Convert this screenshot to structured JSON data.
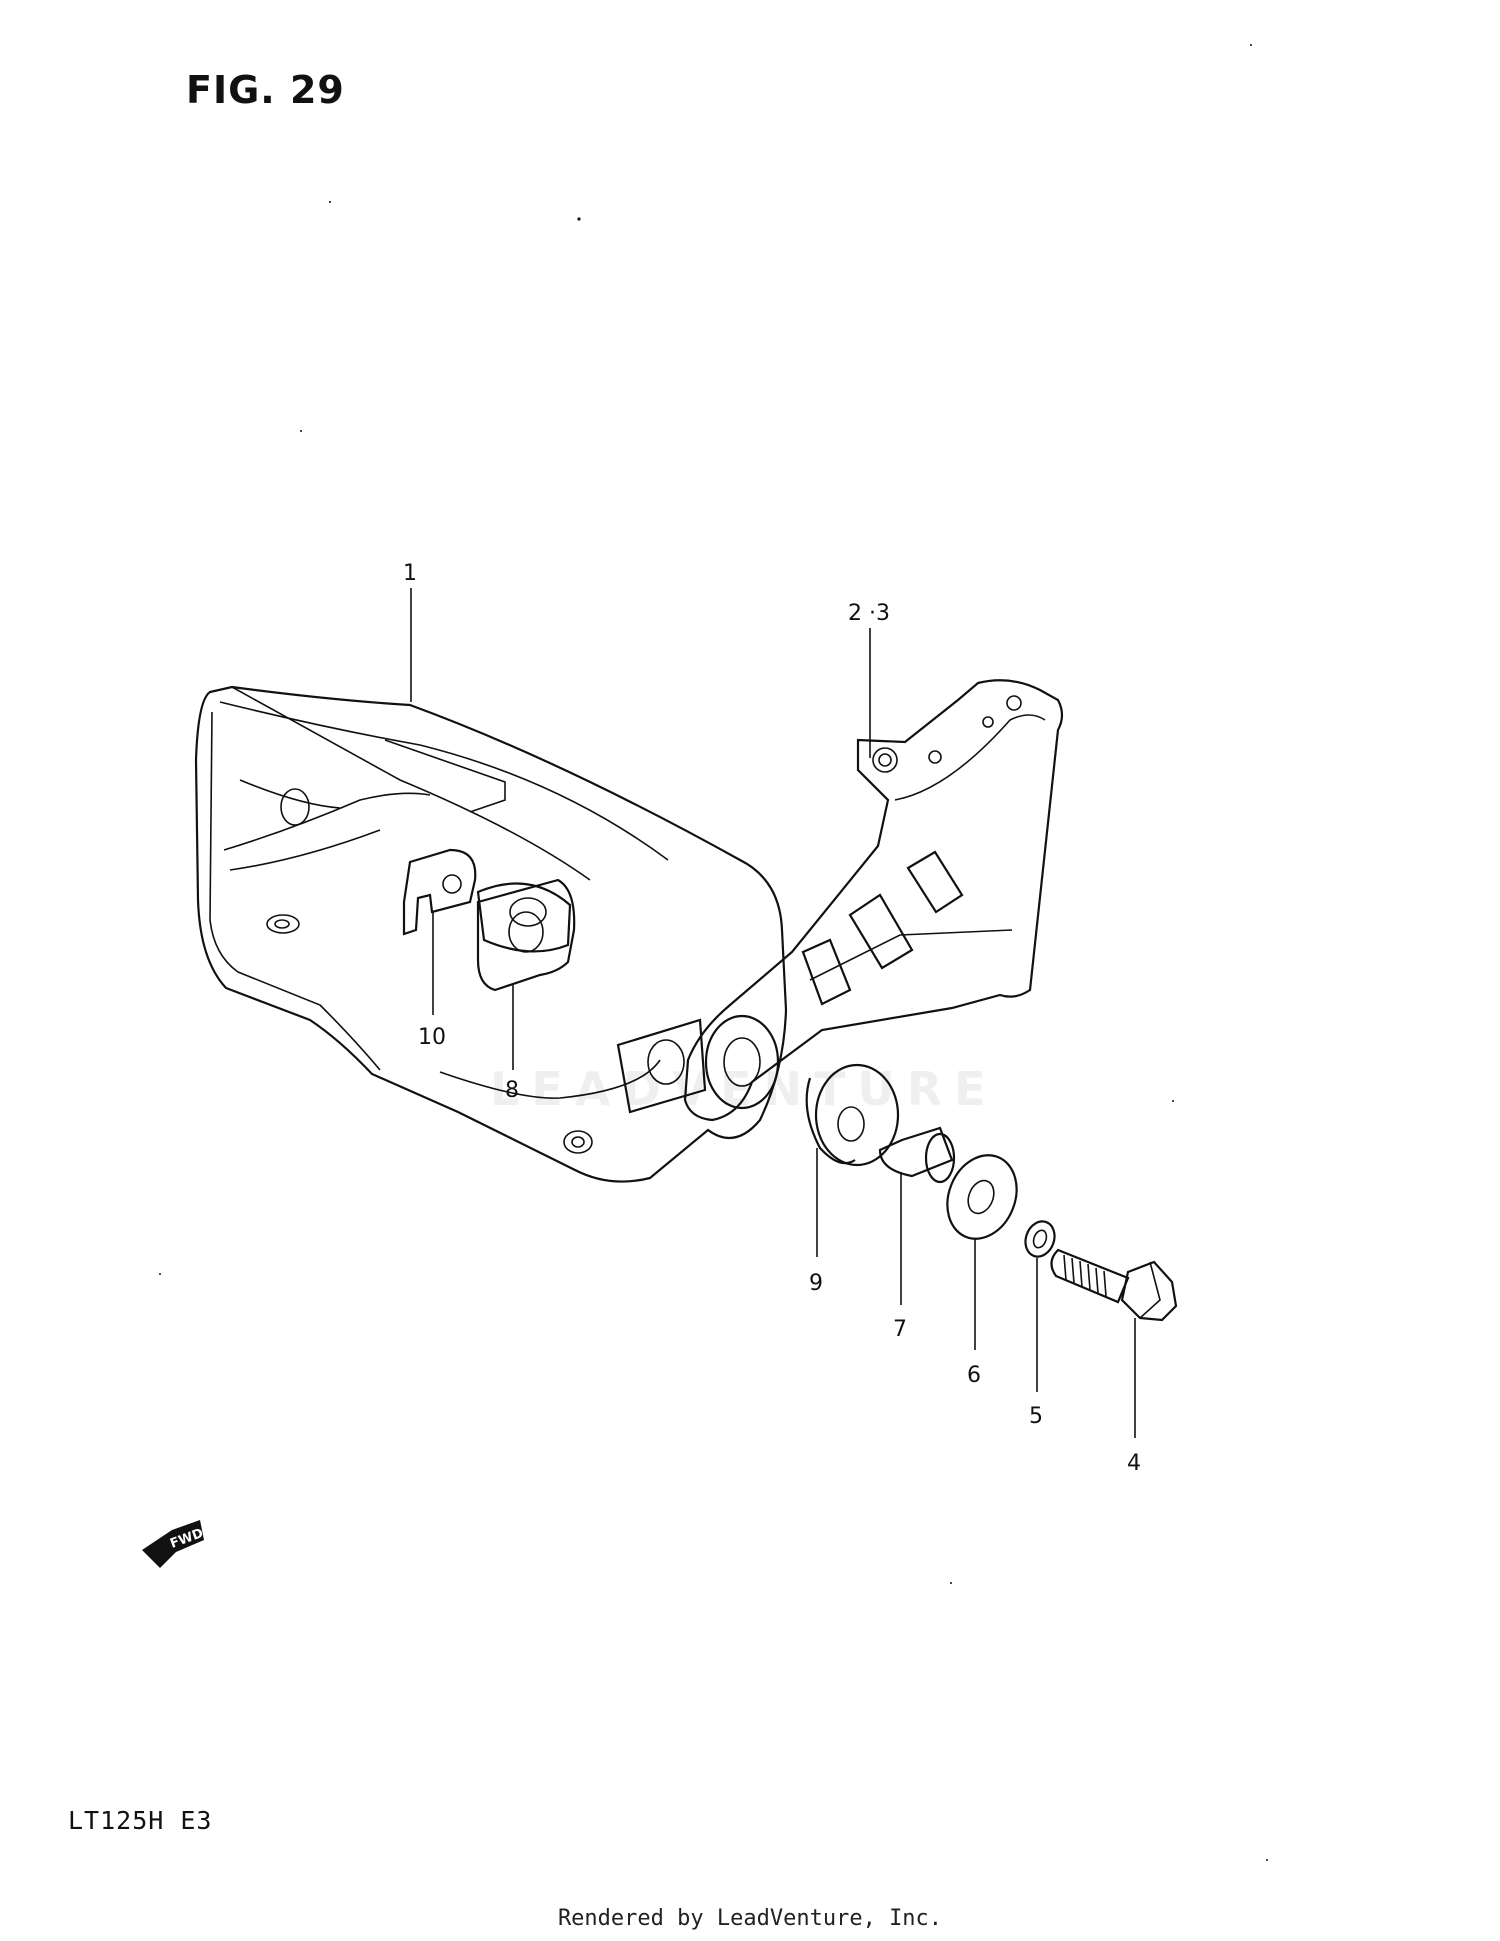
{
  "header": {
    "figure_label": "FIG. 29"
  },
  "model": {
    "code": "LT125H E3"
  },
  "footer": {
    "text": "Rendered by LeadVenture, Inc."
  },
  "watermark": {
    "text": "LEADVENTURE"
  },
  "direction_marker": {
    "text": "FWD"
  },
  "callouts": {
    "p1": "1",
    "p23": "2 ·3",
    "p4": "4",
    "p5": "5",
    "p6": "6",
    "p7": "7",
    "p8": "8",
    "p9": "9",
    "p10": "10"
  }
}
